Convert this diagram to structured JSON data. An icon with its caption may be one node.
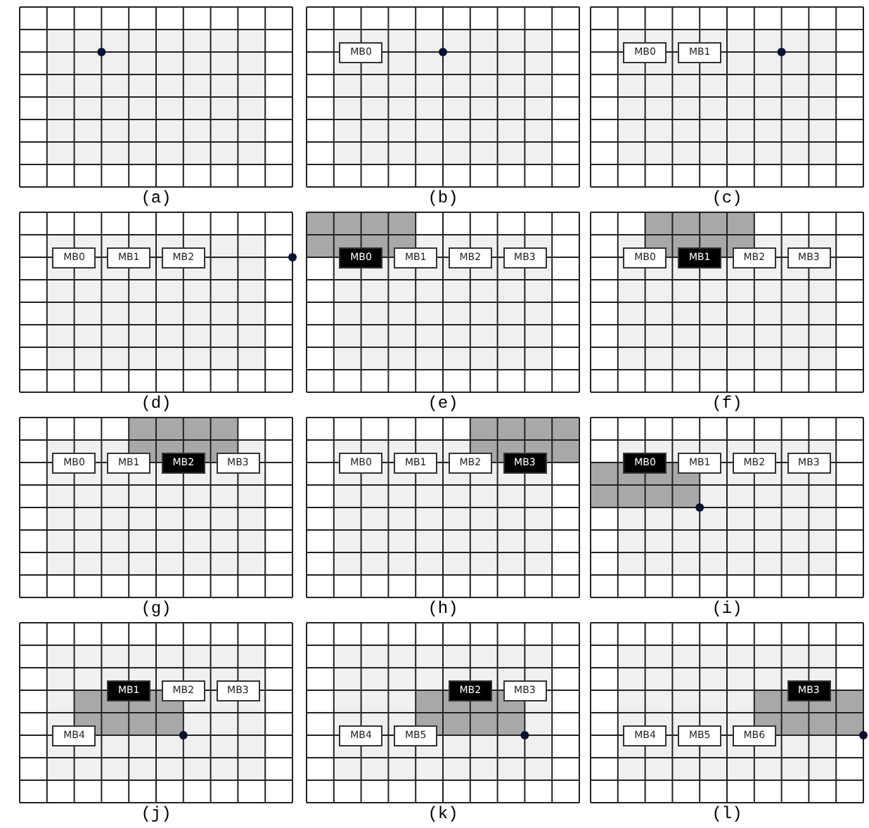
{
  "diagram": {
    "nodes": [
      {
        "text": [
          "MB0"
        ]
      },
      {
        "text": [
          "MB0"
        ]
      },
      {
        "text": [
          "MB1"
        ]
      },
      {
        "text": [
          "MB0"
        ]
      },
      {
        "text": [
          "MB1"
        ]
      },
      {
        "text": [
          "MB2"
        ]
      },
      {
        "text": [
          "MB0"
        ]
      },
      {
        "text": [
          "MB1"
        ]
      },
      {
        "text": [
          "MB2"
        ]
      },
      {
        "text": [
          "MB3"
        ]
      },
      {
        "text": [
          "MB0"
        ]
      },
      {
        "text": [
          "MB1"
        ]
      },
      {
        "text": [
          "MB2"
        ]
      },
      {
        "text": [
          "MB3"
        ]
      },
      {
        "text": [
          "MB0"
        ]
      },
      {
        "text": [
          "MB1"
        ]
      },
      {
        "text": [
          "MB2"
        ]
      },
      {
        "text": [
          "MB3"
        ]
      },
      {
        "text": [
          "MB0"
        ]
      },
      {
        "text": [
          "MB1"
        ]
      },
      {
        "text": [
          "MB2"
        ]
      },
      {
        "text": [
          "MB3"
        ]
      },
      {
        "text": [
          "MB0"
        ]
      },
      {
        "text": [
          "MB1"
        ]
      },
      {
        "text": [
          "MB2"
        ]
      },
      {
        "text": [
          "MB3"
        ]
      },
      {
        "text": [
          "MB1"
        ]
      },
      {
        "text": [
          "MB2"
        ]
      },
      {
        "text": [
          "MB3"
        ]
      },
      {
        "text": [
          "MB4"
        ]
      },
      {
        "text": [
          "MB2"
        ]
      },
      {
        "text": [
          "MB3"
        ]
      },
      {
        "text": [
          "MB4"
        ]
      },
      {
        "text": [
          "MB5"
        ]
      },
      {
        "text": [
          "MB3"
        ]
      },
      {
        "text": [
          "MB4"
        ]
      },
      {
        "text": [
          "MB5"
        ]
      },
      {
        "text": [
          "MB6"
        ]
      }
    ],
    "labels": [
      "(a)",
      "(b)",
      "(c)",
      "(d)",
      "(e)",
      "(f)",
      "(g)",
      "(h)",
      "(i)",
      "(j)",
      "(k)",
      "(l)"
    ]
  }
}
